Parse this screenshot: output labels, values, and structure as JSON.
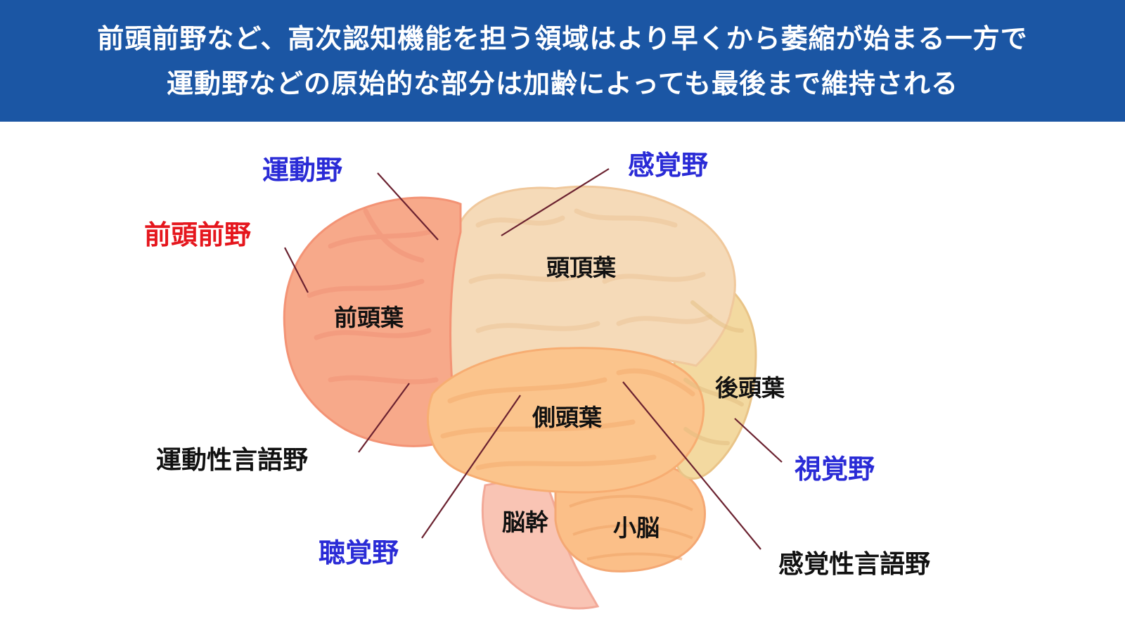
{
  "header": {
    "line1": "前頭前野など、高次認知機能を担う領域はより早くから萎縮が始まる一方で",
    "line2": "運動野などの原始的な部分は加齢によっても最後まで維持される"
  },
  "lobes": {
    "frontal": "前頭葉",
    "parietal": "頭頂葉",
    "temporal": "側頭葉",
    "occipital": "後頭葉",
    "brainstem": "脳幹",
    "cerebellum": "小脳"
  },
  "areas": {
    "motor": "運動野",
    "sensory": "感覚野",
    "prefrontal": "前頭前野",
    "motor_speech": "運動性言語野",
    "auditory": "聴覚野",
    "visual": "視覚野",
    "sensory_speech": "感覚性言語野"
  },
  "colors": {
    "header_bg": "#1b56a4",
    "area_blue": "#2a2bd6",
    "area_red": "#e5161d",
    "frontal_lobe": "#f7a98a",
    "parietal_lobe": "#f5d9b4",
    "temporal_lobe": "#fbc48a",
    "occipital_lobe": "#f3dba0",
    "cerebellum": "#fbbf8a",
    "brainstem": "#f9c2b0"
  }
}
